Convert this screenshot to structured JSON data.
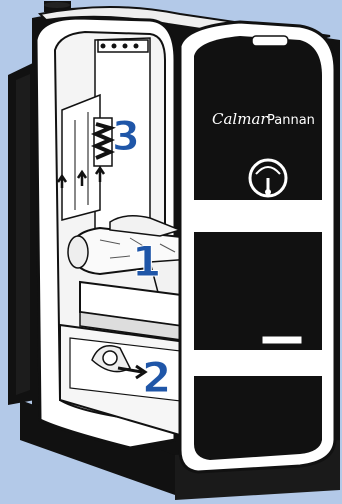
{
  "colors": {
    "background": "#b3c9e8",
    "ink": "#111111",
    "paper": "#ffffff",
    "number": "#1f56a8"
  },
  "door": {
    "brand_left": "Calmar",
    "brand_right": "Pannan"
  },
  "callouts": {
    "one": "1",
    "two": "2",
    "three": "3"
  }
}
